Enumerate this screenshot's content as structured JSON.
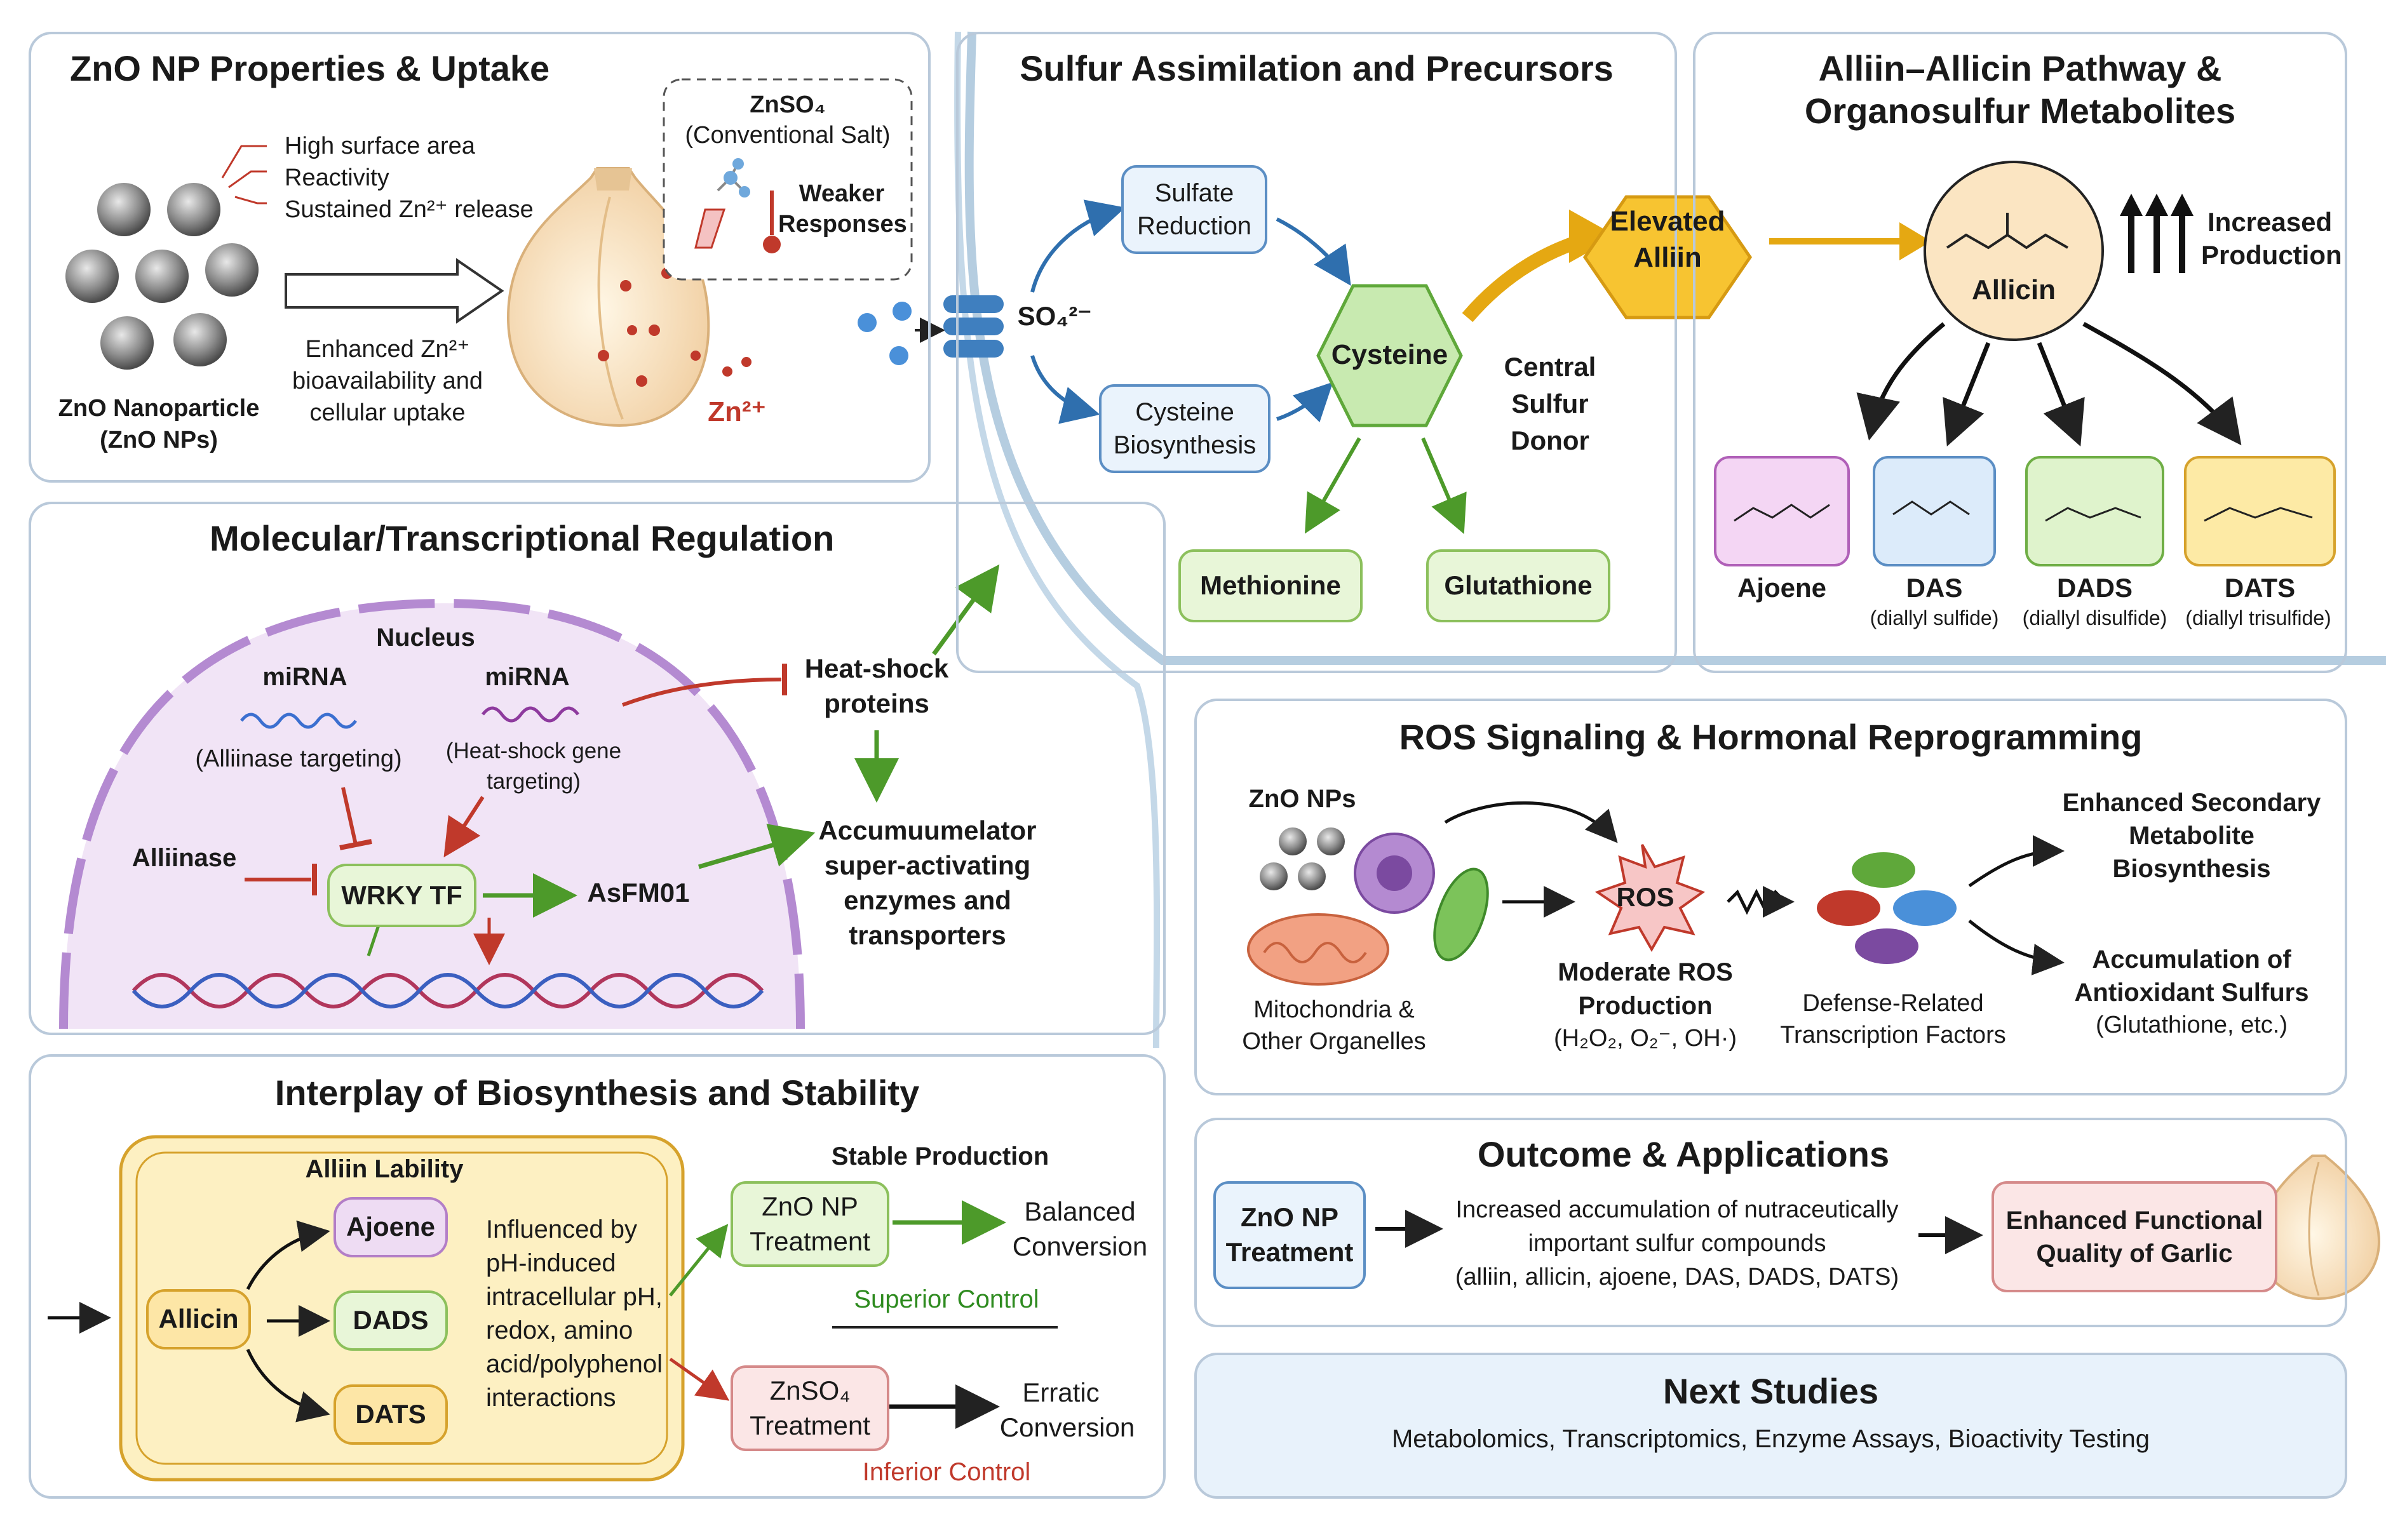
{
  "zno": {
    "title": "ZnO NP Properties & Uptake",
    "props": [
      "High surface area",
      "Reactivity",
      "Sustained Zn²⁺ release"
    ],
    "znso4": "ZnSO₄",
    "conventional": "(Conventional Salt)",
    "weaker": "Weaker",
    "responses": "Responses",
    "enhanced_1": "Enhanced Zn²⁺",
    "enhanced_2": "bioavailability and",
    "enhanced_3": "cellular uptake",
    "np_label_1": "ZnO Nanoparticle",
    "np_label_2": "(ZnO NPs)",
    "zn_ion": "Zn²⁺"
  },
  "sulfur": {
    "title": "Sulfur Assimilation and Precursors",
    "so4": "SO₄²⁻",
    "sulfate_reduction": "Sulfate Reduction",
    "cysteine_biosynthesis": "Cysteine Biosynthesis",
    "cysteine": "Cysteine",
    "central_1": "Central",
    "central_2": "Sulfur",
    "central_3": "Donor",
    "methionine": "Methionine",
    "glutathione": "Glutathione",
    "elevated_alliin": "Elevated Alliin"
  },
  "alliin": {
    "title_1": "Alliin–Allicin Pathway &",
    "title_2": "Organosulfur Metabolites",
    "allicin": "Allicin",
    "increased_1": "Increased",
    "increased_2": "Production",
    "metabolites": [
      {
        "name": "Ajoene",
        "sub": ""
      },
      {
        "name": "DAS",
        "sub": "(diallyl sulfide)"
      },
      {
        "name": "DADS",
        "sub": "(diallyl disulfide)"
      },
      {
        "name": "DATS",
        "sub": "(diallyl trisulfide)"
      }
    ]
  },
  "molecular": {
    "title": "Molecular/Transcriptional Regulation",
    "nucleus": "Nucleus",
    "mirna_1": "miRNA",
    "mirna_1_target": "(Alliinase targeting)",
    "mirna_2": "miRNA",
    "mirna_2_target_1": "(Heat-shock gene",
    "mirna_2_target_2": "targeting)",
    "alliinase": "Alliinase",
    "wrky": "WRKY TF",
    "asfm": "AsFM01",
    "hsp_1": "Heat-shock",
    "hsp_2": "proteins",
    "acc_1": "Accumuumelator",
    "acc_2": "super-activating",
    "acc_3": "enzymes and",
    "acc_4": "transporters"
  },
  "ros": {
    "title": "ROS Signaling & Hormonal Reprogramming",
    "zno_nps": "ZnO NPs",
    "mito_1": "Mitochondria &",
    "mito_2": "Other Organelles",
    "ros": "ROS",
    "moderate_1": "Moderate ROS",
    "moderate_2": "Production",
    "species": "(H₂O₂, O₂⁻, OH·)",
    "tf_1": "Defense-Related",
    "tf_2": "Transcription Factors",
    "out1_1": "Enhanced Secondary",
    "out1_2": "Metabolite",
    "out1_3": "Biosynthesis",
    "out2_1": "Accumulation of",
    "out2_2": "Antioxidant Sulfurs",
    "out2_3": "(Glutathione, etc.)"
  },
  "interplay": {
    "title": "Interplay of Biosynthesis and Stability",
    "lability": "Alliin Lability",
    "allicin": "Allicin",
    "ajoene": "Ajoene",
    "dads": "DADS",
    "dats": "DATS",
    "influence": [
      "Influenced by",
      "pH-induced",
      "intracellular pH,",
      "redox, amino",
      "acid/polyphenol",
      "interactions"
    ],
    "stable": "Stable Production",
    "zno_t_1": "ZnO NP",
    "zno_t_2": "Treatment",
    "balanced_1": "Balanced",
    "balanced_2": "Conversion",
    "superior": "Superior Control",
    "znso4_t_1": "ZnSO₄",
    "znso4_t_2": "Treatment",
    "erratic_1": "Erratic",
    "erratic_2": "Conversion",
    "inferior": "Inferior Control"
  },
  "outcome": {
    "title": "Outcome & Applications",
    "zno_t_1": "ZnO NP",
    "zno_t_2": "Treatment",
    "text_1": "Increased accumulation of nutraceutically",
    "text_2": "important sulfur compounds",
    "text_3": "(alliin, allicin, ajoene, DAS, DADS, DATS)",
    "quality_1": "Enhanced Functional",
    "quality_2": "Quality of Garlic"
  },
  "next": {
    "title": "Next Studies",
    "text": "Metabolomics, Transcriptomics, Enzyme Assays, Bioactivity Testing"
  }
}
